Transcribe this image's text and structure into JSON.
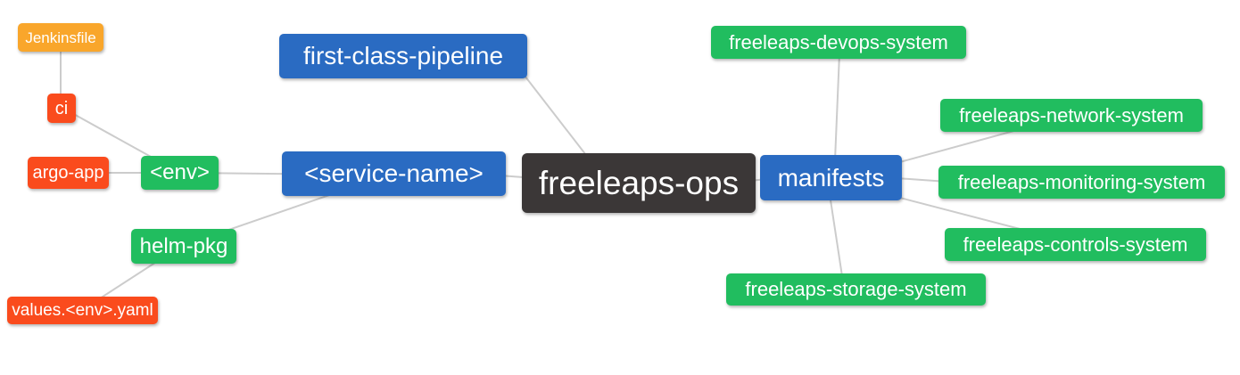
{
  "palette": {
    "blue": "#2A6BC2",
    "green": "#21BD5F",
    "red": "#FA4B1D",
    "orange": "#F9A62B",
    "dark": "#3B3737",
    "line": "#CCCCCC",
    "text": "#FFFFFF",
    "background": "#FFFFFF"
  },
  "nodes": [
    {
      "id": "jenkinsfile",
      "label": "Jenkinsfile",
      "color": "orange"
    },
    {
      "id": "ci",
      "label": "ci",
      "color": "red"
    },
    {
      "id": "argo-app",
      "label": "argo-app",
      "color": "red"
    },
    {
      "id": "env",
      "label": "<env>",
      "color": "green"
    },
    {
      "id": "helm-pkg",
      "label": "helm-pkg",
      "color": "green"
    },
    {
      "id": "values-env-yaml",
      "label": "values.<env>.yaml",
      "color": "red"
    },
    {
      "id": "first-class-pipeline",
      "label": "first-class-pipeline",
      "color": "blue"
    },
    {
      "id": "service-name",
      "label": "<service-name>",
      "color": "blue"
    },
    {
      "id": "freeleaps-ops",
      "label": "freeleaps-ops",
      "color": "dark"
    },
    {
      "id": "manifests",
      "label": "manifests",
      "color": "blue"
    },
    {
      "id": "freeleaps-devops-system",
      "label": "freeleaps-devops-system",
      "color": "green"
    },
    {
      "id": "freeleaps-network-system",
      "label": "freeleaps-network-system",
      "color": "green"
    },
    {
      "id": "freeleaps-monitoring-system",
      "label": "freeleaps-monitoring-system",
      "color": "green"
    },
    {
      "id": "freeleaps-controls-system",
      "label": "freeleaps-controls-system",
      "color": "green"
    },
    {
      "id": "freeleaps-storage-system",
      "label": "freeleaps-storage-system",
      "color": "green"
    }
  ],
  "edges": [
    {
      "from": "jenkinsfile",
      "to": "ci"
    },
    {
      "from": "ci",
      "to": "env"
    },
    {
      "from": "argo-app",
      "to": "env"
    },
    {
      "from": "env",
      "to": "service-name"
    },
    {
      "from": "helm-pkg",
      "to": "service-name"
    },
    {
      "from": "values-env-yaml",
      "to": "helm-pkg"
    },
    {
      "from": "first-class-pipeline",
      "to": "freeleaps-ops"
    },
    {
      "from": "service-name",
      "to": "freeleaps-ops"
    },
    {
      "from": "freeleaps-ops",
      "to": "manifests"
    },
    {
      "from": "manifests",
      "to": "freeleaps-devops-system"
    },
    {
      "from": "manifests",
      "to": "freeleaps-network-system"
    },
    {
      "from": "manifests",
      "to": "freeleaps-monitoring-system"
    },
    {
      "from": "manifests",
      "to": "freeleaps-controls-system"
    },
    {
      "from": "manifests",
      "to": "freeleaps-storage-system"
    }
  ]
}
